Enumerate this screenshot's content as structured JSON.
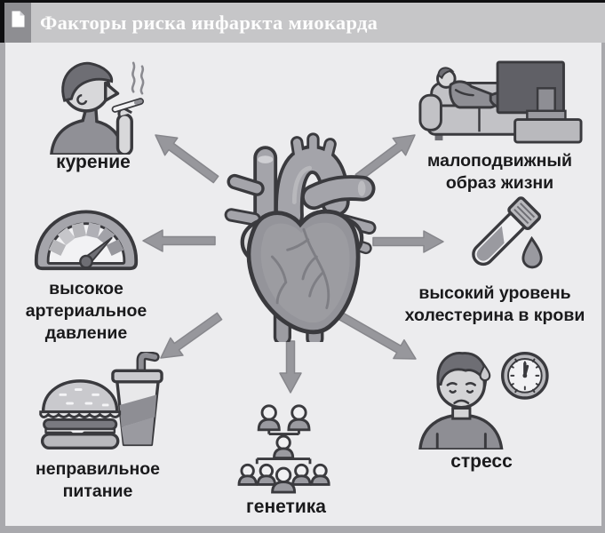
{
  "header": {
    "title": "Факторы риска инфаркта миокарда",
    "icon": "document-icon"
  },
  "center": {
    "icon": "anatomical-heart-icon"
  },
  "factors": [
    {
      "id": "smoking",
      "label": "курение",
      "icon": "smoking-man-icon"
    },
    {
      "id": "sedentary",
      "label": "малоподвижный\nобраз жизни",
      "icon": "couch-tv-icon"
    },
    {
      "id": "pressure",
      "label": "высокое\nартериальное\nдавление",
      "icon": "pressure-gauge-icon"
    },
    {
      "id": "cholesterol",
      "label": "высокий уровень\nхолестерина в крови",
      "icon": "blood-test-tube-icon"
    },
    {
      "id": "diet",
      "label": "неправильное\nпитание",
      "icon": "fastfood-icon"
    },
    {
      "id": "genetics",
      "label": "генетика",
      "icon": "family-tree-icon"
    },
    {
      "id": "stress",
      "label": "стресс",
      "icon": "stressed-person-clock-icon"
    }
  ],
  "colors": {
    "titlebar": "#c6c6c8",
    "title_text": "#fdfdfd",
    "canvas_background": "#ececee",
    "frame": "#0f0f11",
    "arrow": "#97979c",
    "label_text": "#1a1a1c"
  }
}
